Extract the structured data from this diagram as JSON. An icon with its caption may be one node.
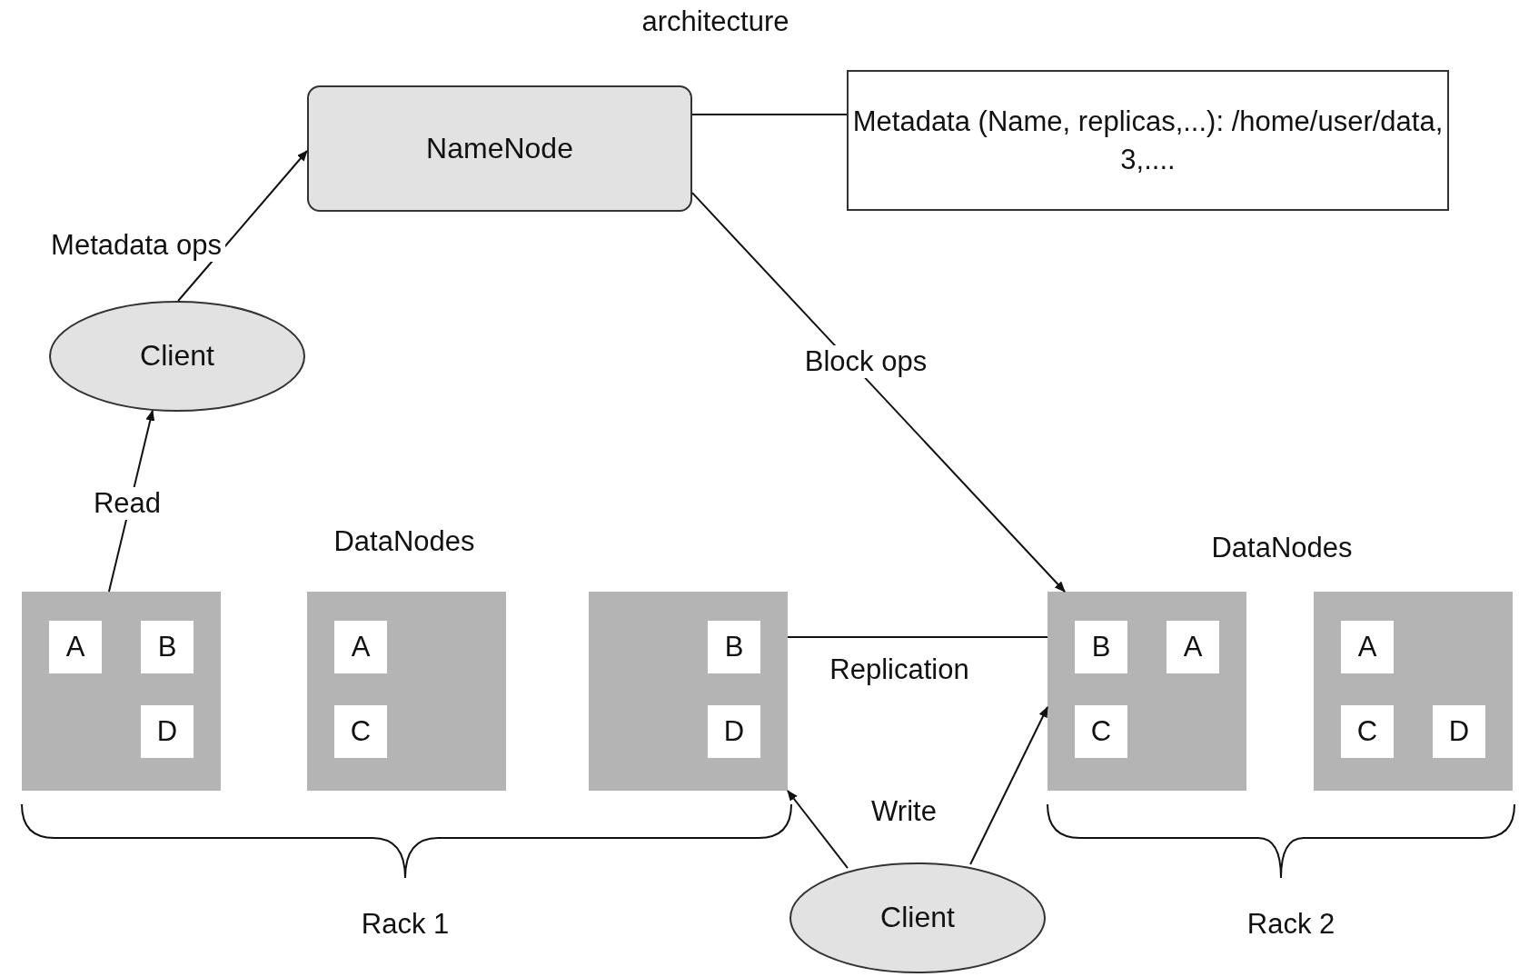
{
  "diagram": {
    "title": "architecture",
    "nodes": [
      {
        "text": [
          "NameNode"
        ]
      },
      {
        "text": [
          "Metadata (Name, replicas,...): /home/user/data, 3,...."
        ]
      },
      {
        "text": [
          "Client"
        ]
      },
      {
        "text": [],
        "shape": "box"
      },
      {
        "text": [
          "A"
        ],
        "in": 3
      },
      {
        "text": [
          "B"
        ],
        "in": 3
      },
      {
        "text": [
          "D"
        ],
        "in": 3
      },
      {
        "text": [],
        "shape": "box"
      },
      {
        "text": [
          "A"
        ],
        "in": 7
      },
      {
        "text": [
          "C"
        ],
        "in": 7
      },
      {
        "text": [],
        "shape": "box"
      },
      {
        "text": [
          "B"
        ],
        "in": 10
      },
      {
        "text": [
          "D"
        ],
        "in": 10
      },
      {
        "text": [],
        "shape": "box"
      },
      {
        "text": [
          "B"
        ],
        "in": 13
      },
      {
        "text": [
          "A"
        ],
        "in": 13
      },
      {
        "text": [
          "C"
        ],
        "in": 13
      },
      {
        "text": [],
        "shape": "box"
      },
      {
        "text": [
          "A"
        ],
        "in": 17
      },
      {
        "text": [
          "C"
        ],
        "in": 17
      },
      {
        "text": [
          "D"
        ],
        "in": 17
      },
      {
        "text": [
          "Client"
        ]
      }
    ],
    "edges": [
      {
        "from": 0,
        "to": 1,
        "arrow": "none"
      },
      {
        "from": 2,
        "to": 0,
        "arrow": "to",
        "label": "Metadata ops"
      },
      {
        "from": 3,
        "to": 2,
        "arrow": "to",
        "label": "Read"
      },
      {
        "from": 0,
        "to": 13,
        "arrow": "to",
        "label": "Block ops"
      },
      {
        "from": 10,
        "to": 13,
        "arrow": "none",
        "label": "Replication"
      },
      {
        "from": 21,
        "to": 10,
        "arrow": "to"
      },
      {
        "from": 21,
        "to": 13,
        "arrow": "to"
      }
    ],
    "labels": [
      "DataNodes",
      "DataNodes",
      "Write",
      "Rack 1",
      "Rack 2"
    ]
  }
}
